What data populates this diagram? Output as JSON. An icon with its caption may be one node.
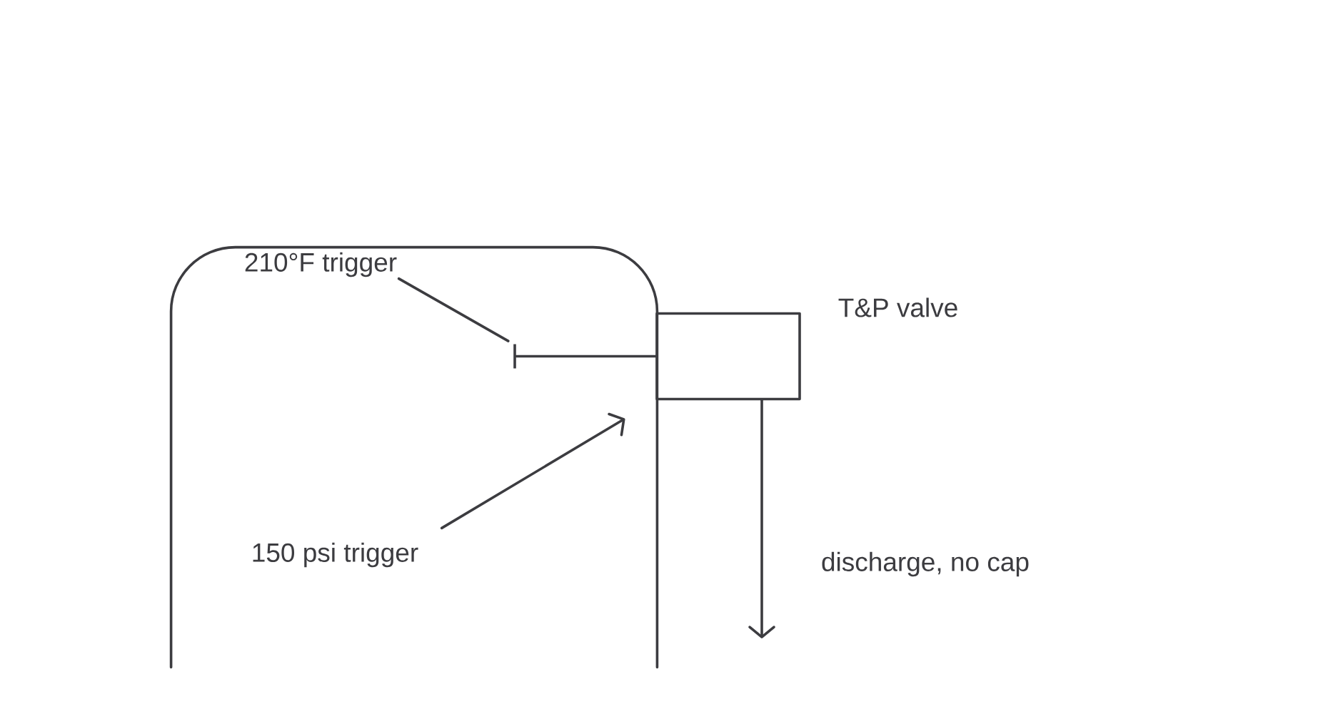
{
  "diagram": {
    "nodes": [
      {
        "text": [],
        "shape": "box"
      },
      {
        "text": [
          "210°F trigger"
        ],
        "in": 0
      },
      {
        "text": [],
        "shape": "box",
        "beside": [
          "T&P valve"
        ]
      },
      {
        "text": [],
        "shape": "bar",
        "in": 0
      },
      {
        "text": [
          "150 psi trigger"
        ],
        "in": 0
      }
    ],
    "edges": [
      {
        "from": 1,
        "to": 3,
        "arrow": "none"
      },
      {
        "from": 2,
        "to": 3,
        "arrow": "none"
      },
      {
        "from": 4,
        "to": 2,
        "arrow": "to"
      },
      {
        "from": 2,
        "to": null,
        "arrow": "to",
        "label": "discharge, no cap"
      }
    ]
  }
}
